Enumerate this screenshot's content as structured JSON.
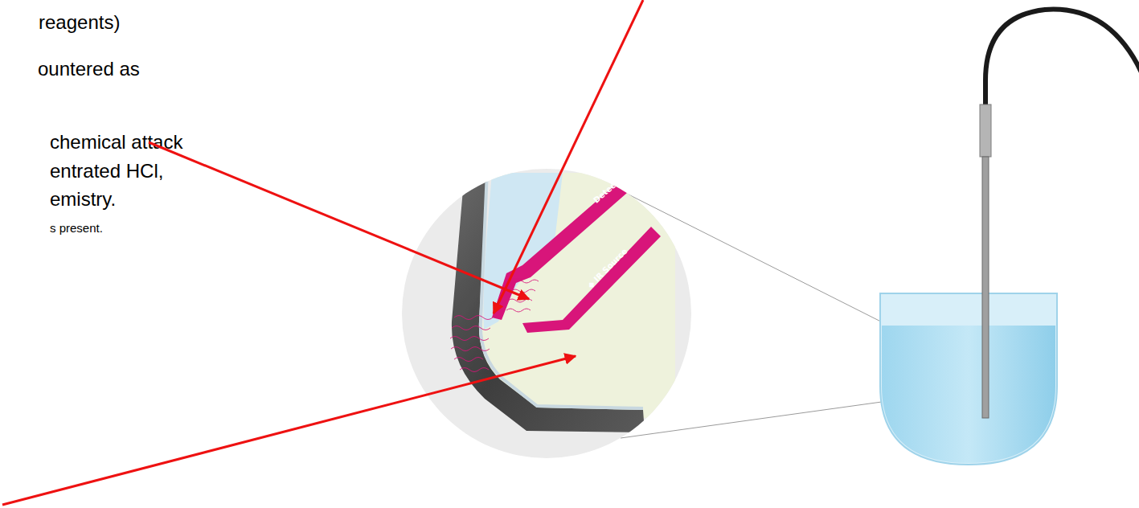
{
  "diagram": {
    "labels": [
      "reagents)",
      "ountered as",
      "chemical attack",
      "entrated HCl,",
      "emistry.",
      "s present.",
      "Detector ◆",
      "◆ IR Source"
    ]
  }
}
